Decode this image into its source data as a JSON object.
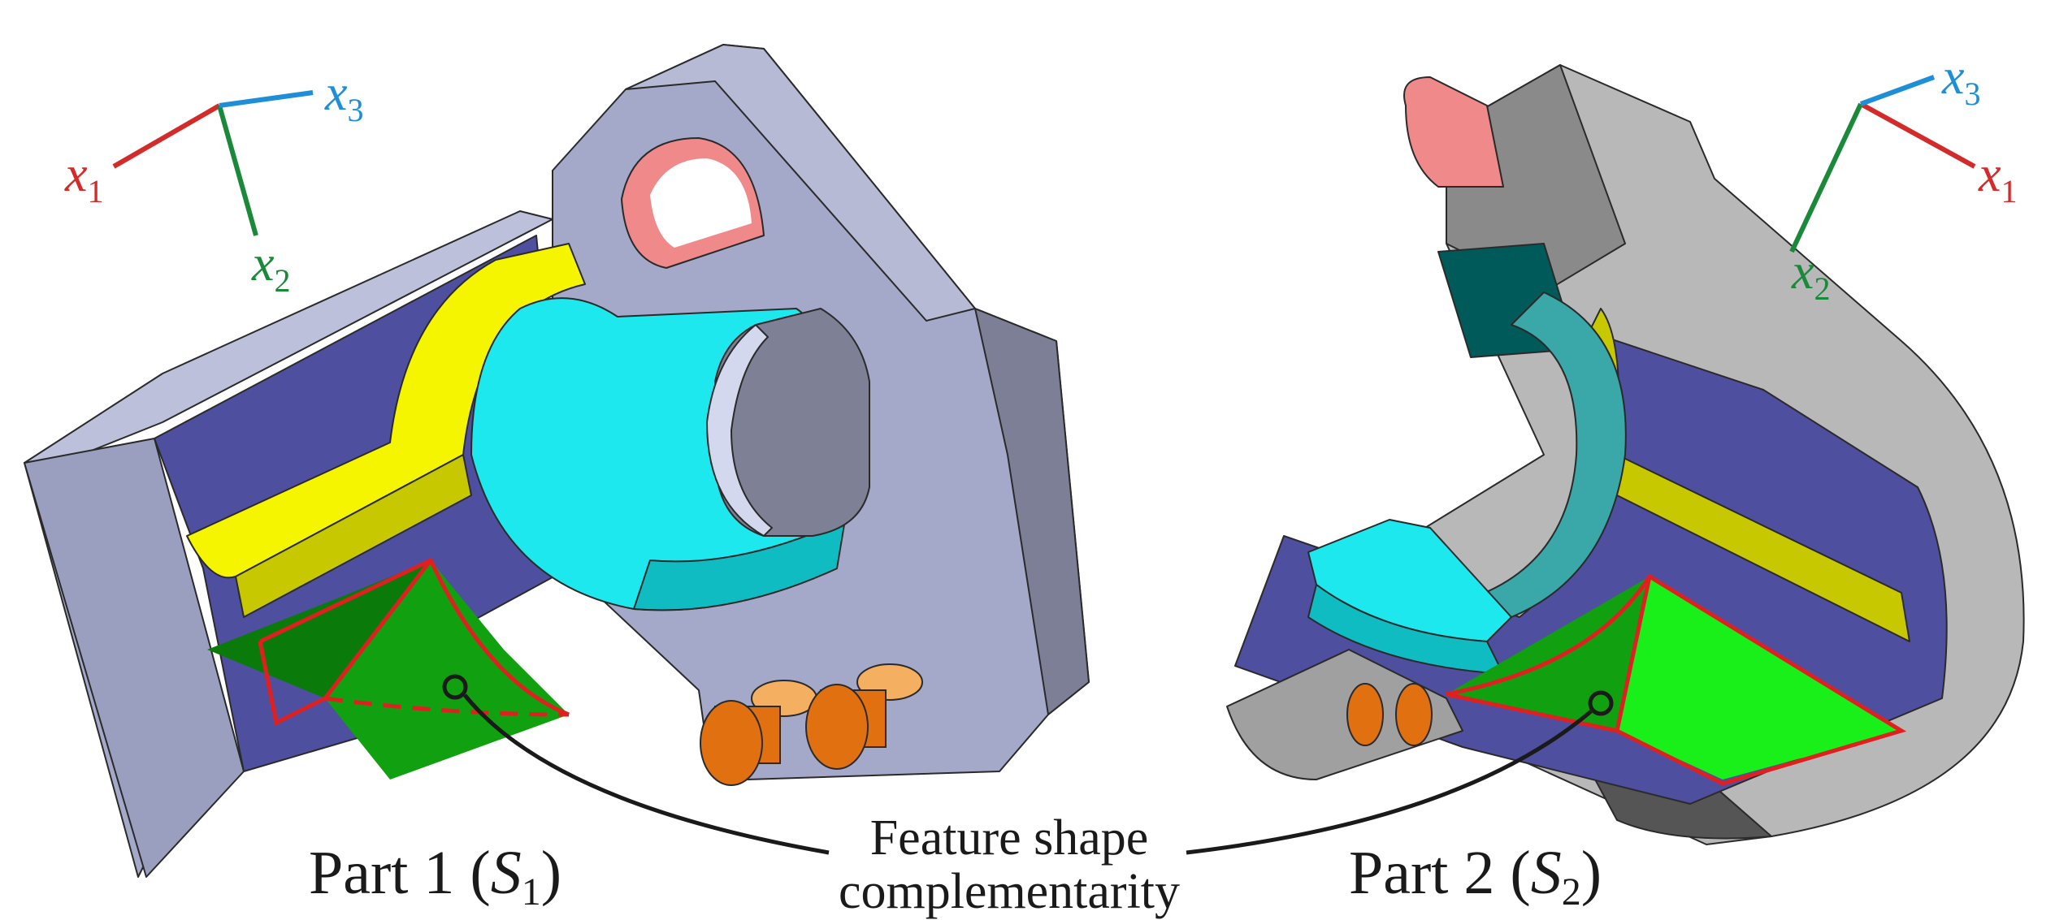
{
  "figure": {
    "part1_label": "Part 1 (",
    "part1_symbol": "S",
    "part1_sub": "1",
    "part2_label": "Part 2 (",
    "part2_symbol": "S",
    "part2_sub": "2",
    "close_paren": ")",
    "center_line1": "Feature shape",
    "center_line2": "complementarity"
  },
  "axes": {
    "part1": {
      "x1": "x",
      "x1_sub": "1",
      "x2": "x",
      "x2_sub": "2",
      "x3": "x",
      "x3_sub": "3"
    },
    "part2": {
      "x1": "x",
      "x1_sub": "1",
      "x2": "x",
      "x2_sub": "2",
      "x3": "x",
      "x3_sub": "3"
    }
  },
  "colors": {
    "x1_axis": "#d32a2a",
    "x2_axis": "#1a8a3a",
    "x3_axis": "#1e8fd6",
    "body_part1": "#a4a9c9",
    "section_face": "#4f4fa0",
    "yellow_feature": "#f5f500",
    "cyan_feature": "#1ce8ee",
    "green_feature": "#10a010",
    "bright_green_feature": "#19f019",
    "pink_hole": "#f08a8a",
    "orange_pins": "#e07010",
    "body_part2": "#b8b8b8",
    "feature_outline": "#e02020"
  }
}
